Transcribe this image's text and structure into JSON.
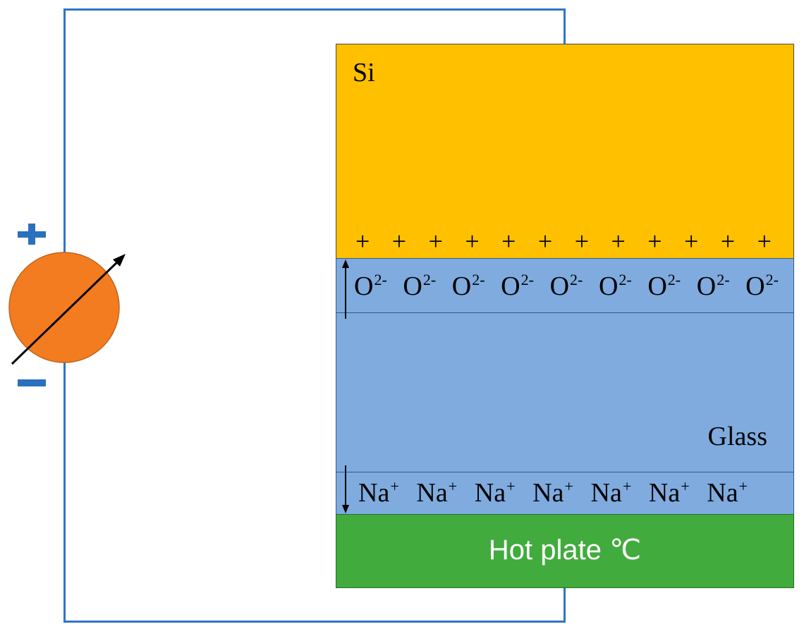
{
  "diagram": {
    "layers": {
      "si": {
        "label": "Si",
        "color": "#ffc000"
      },
      "oxygen": {
        "color": "#7fabdf"
      },
      "glass": {
        "label": "Glass",
        "color": "#7fabdf"
      },
      "sodium": {
        "color": "#7fabdf"
      },
      "hot_plate": {
        "label": "Hot plate ℃",
        "color": "#41ab3d"
      }
    },
    "positive_charges": [
      "+",
      "+",
      "+",
      "+",
      "+",
      "+",
      "+",
      "+",
      "+",
      "+",
      "+",
      "+"
    ],
    "oxygen_ions": [
      {
        "symbol": "O",
        "charge": "2-"
      },
      {
        "symbol": "O",
        "charge": "2-"
      },
      {
        "symbol": "O",
        "charge": "2-"
      },
      {
        "symbol": "O",
        "charge": "2-"
      },
      {
        "symbol": "O",
        "charge": "2-"
      },
      {
        "symbol": "O",
        "charge": "2-"
      },
      {
        "symbol": "O",
        "charge": "2-"
      },
      {
        "symbol": "O",
        "charge": "2-"
      },
      {
        "symbol": "O",
        "charge": "2-"
      }
    ],
    "sodium_ions": [
      {
        "symbol": "Na",
        "charge": "+"
      },
      {
        "symbol": "Na",
        "charge": "+"
      },
      {
        "symbol": "Na",
        "charge": "+"
      },
      {
        "symbol": "Na",
        "charge": "+"
      },
      {
        "symbol": "Na",
        "charge": "+"
      },
      {
        "symbol": "Na",
        "charge": "+"
      },
      {
        "symbol": "Na",
        "charge": "+"
      }
    ],
    "source": {
      "type": "variable-voltage-source",
      "color": "#f47c20",
      "terminal_positive": "plus-icon",
      "terminal_negative": "minus-icon",
      "polarity_color": "#2b6fbf"
    },
    "wire_color": "#2f75c8"
  }
}
